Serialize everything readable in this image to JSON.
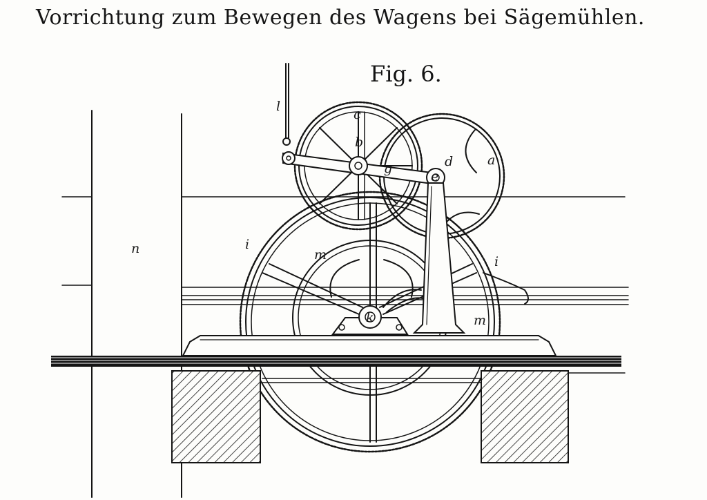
{
  "title": "Vorrichtung  zum Bewegen des Wagens bei Sägemühlen.",
  "figure_label": "Fig. 6.",
  "part_labels": {
    "l": "l",
    "c": "c",
    "b": "b",
    "g": "g",
    "d": "d",
    "a": "a",
    "e": "e",
    "i_left": "i",
    "i_right": "i",
    "m_left": "m",
    "m_right": "m",
    "n": "n",
    "k": "k"
  },
  "colors": {
    "ink": "#141414",
    "paper": "#fdfdfb"
  }
}
